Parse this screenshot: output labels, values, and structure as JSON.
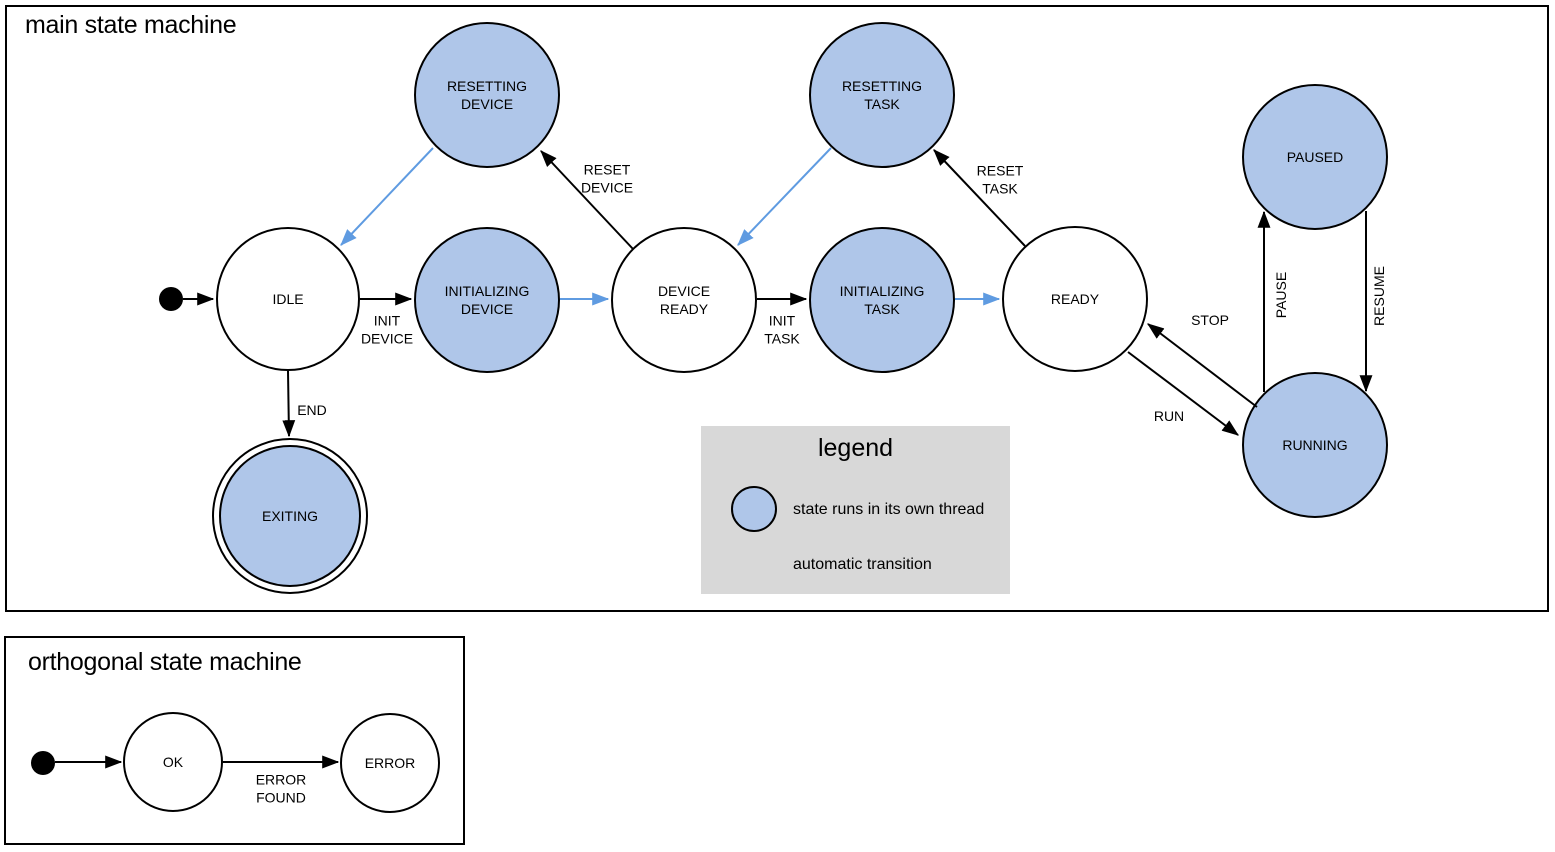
{
  "colors": {
    "threaded_state_fill": "#afc6e9",
    "plain_state_fill": "#ffffff",
    "stroke": "#000000",
    "automatic_transition": "#5f9be1",
    "legend_background": "#d8d8d8"
  },
  "main_machine": {
    "title": "main state machine",
    "states": [
      {
        "id": "idle",
        "label": "IDLE",
        "threaded": false,
        "final": false
      },
      {
        "id": "resetting-device",
        "label": "RESETTING\nDEVICE",
        "threaded": true,
        "final": false
      },
      {
        "id": "initializing-device",
        "label": "INITIALIZING\nDEVICE",
        "threaded": true,
        "final": false
      },
      {
        "id": "device-ready",
        "label": "DEVICE\nREADY",
        "threaded": false,
        "final": false
      },
      {
        "id": "resetting-task",
        "label": "RESETTING\nTASK",
        "threaded": true,
        "final": false
      },
      {
        "id": "initializing-task",
        "label": "INITIALIZING\nTASK",
        "threaded": true,
        "final": false
      },
      {
        "id": "ready",
        "label": "READY",
        "threaded": false,
        "final": false
      },
      {
        "id": "paused",
        "label": "PAUSED",
        "threaded": true,
        "final": false
      },
      {
        "id": "running",
        "label": "RUNNING",
        "threaded": true,
        "final": false
      },
      {
        "id": "exiting",
        "label": "EXITING",
        "threaded": true,
        "final": true
      }
    ],
    "transitions": [
      {
        "id": "start-idle",
        "label": "",
        "from": "start",
        "to": "IDLE",
        "automatic": false
      },
      {
        "id": "init-device",
        "label": "INIT\nDEVICE",
        "from": "IDLE",
        "to": "INITIALIZING DEVICE",
        "automatic": false
      },
      {
        "id": "initializing-device-done",
        "label": "",
        "from": "INITIALIZING DEVICE",
        "to": "DEVICE READY",
        "automatic": true
      },
      {
        "id": "reset-device",
        "label": "RESET\nDEVICE",
        "from": "DEVICE READY",
        "to": "RESETTING DEVICE",
        "automatic": false
      },
      {
        "id": "resetting-device-done",
        "label": "",
        "from": "RESETTING DEVICE",
        "to": "IDLE",
        "automatic": true
      },
      {
        "id": "init-task",
        "label": "INIT\nTASK",
        "from": "DEVICE READY",
        "to": "INITIALIZING TASK",
        "automatic": false
      },
      {
        "id": "initializing-task-done",
        "label": "",
        "from": "INITIALIZING TASK",
        "to": "READY",
        "automatic": true
      },
      {
        "id": "reset-task",
        "label": "RESET\nTASK",
        "from": "READY",
        "to": "RESETTING TASK",
        "automatic": false
      },
      {
        "id": "resetting-task-done",
        "label": "",
        "from": "RESETTING TASK",
        "to": "DEVICE READY",
        "automatic": true
      },
      {
        "id": "run",
        "label": "RUN",
        "from": "READY",
        "to": "RUNNING",
        "automatic": false
      },
      {
        "id": "stop",
        "label": "STOP",
        "from": "RUNNING",
        "to": "READY",
        "automatic": false
      },
      {
        "id": "pause",
        "label": "PAUSE",
        "from": "RUNNING",
        "to": "PAUSED",
        "automatic": false
      },
      {
        "id": "resume",
        "label": "RESUME",
        "from": "PAUSED",
        "to": "RUNNING",
        "automatic": false
      },
      {
        "id": "end",
        "label": "END",
        "from": "IDLE",
        "to": "EXITING",
        "automatic": false
      }
    ]
  },
  "orthogonal_machine": {
    "title": "orthogonal state machine",
    "states": [
      {
        "id": "ok",
        "label": "OK",
        "threaded": false,
        "final": false
      },
      {
        "id": "error",
        "label": "ERROR",
        "threaded": false,
        "final": false
      }
    ],
    "transitions": [
      {
        "id": "start-ok",
        "label": "",
        "from": "start",
        "to": "OK",
        "automatic": false
      },
      {
        "id": "error-found",
        "label": "ERROR\nFOUND",
        "from": "OK",
        "to": "ERROR",
        "automatic": false
      }
    ]
  },
  "legend": {
    "title": "legend",
    "items": [
      {
        "symbol": "threaded-state-circle",
        "label": "state runs in its own thread"
      },
      {
        "symbol": "automatic-transition-arrow",
        "label": "automatic transition"
      }
    ]
  }
}
